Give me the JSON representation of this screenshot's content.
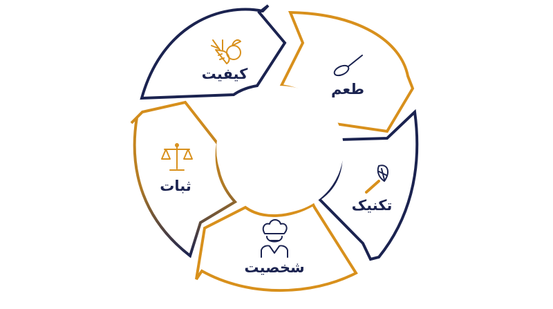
{
  "segments": [
    {
      "id": "quality",
      "label": "کیفیت",
      "icon": "vegetables-icon",
      "style": "navy"
    },
    {
      "id": "taste",
      "label": "طعم",
      "icon": "spoon-icon",
      "style": "gold"
    },
    {
      "id": "technique",
      "label": "تکنیک",
      "icon": "whisk-icon",
      "style": "navy"
    },
    {
      "id": "personality",
      "label": "شخصیت",
      "icon": "chef-icon",
      "style": "gold"
    },
    {
      "id": "consistency",
      "label": "ثبات",
      "icon": "scale-icon",
      "style": "gradient"
    }
  ],
  "colors": {
    "navy": "#1b2350",
    "gold": "#d8901c",
    "label": "#1b2350",
    "icon": "#d8901c"
  }
}
